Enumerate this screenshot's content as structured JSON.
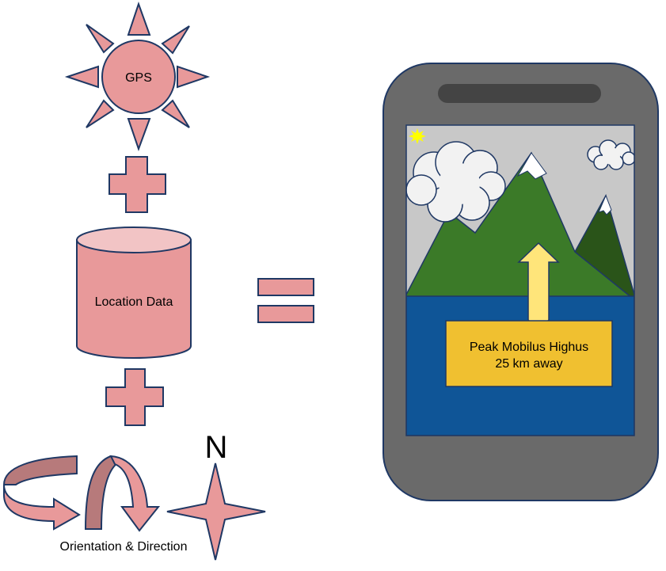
{
  "gps": {
    "label": "GPS"
  },
  "location_data": {
    "label": "Location Data"
  },
  "orientation": {
    "label": "Orientation & Direction"
  },
  "compass": {
    "north_label": "N"
  },
  "phone_screen": {
    "banner_line1": "Peak Mobilus Highus",
    "banner_line2": "25 km away"
  },
  "colors": {
    "pink_fill": "#e8999a",
    "pink_dark": "#b77a7b",
    "outline": "#1f3864",
    "phone_body": "#6a6a6a",
    "sky": "#c8c8c8",
    "mountain_green": "#3b7a28",
    "mountain_dark": "#2a5419",
    "water": "#0f5597",
    "banner": "#f0c030",
    "arrow": "#ffe57a",
    "sun": "#ffff00"
  }
}
